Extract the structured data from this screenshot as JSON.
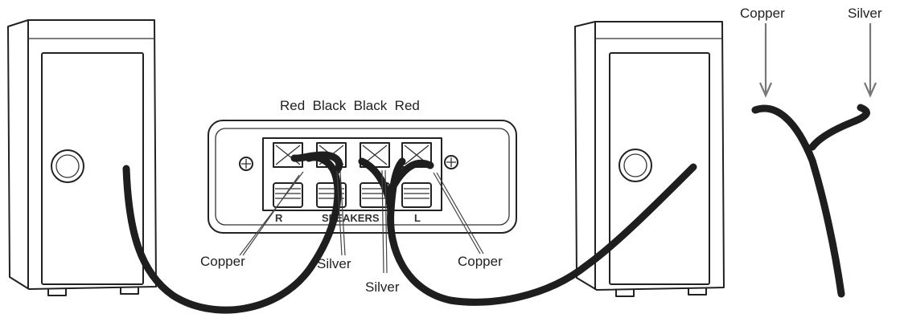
{
  "terminal_labels": {
    "header": "Red  Black  Black  Red"
  },
  "panel": {
    "channel_r": "R",
    "speakers": "SPEAKERS",
    "channel_l": "L"
  },
  "callouts": {
    "copper_left": "Copper",
    "silver_left": "Silver",
    "silver_center": "Silver",
    "copper_right": "Copper"
  },
  "wire_detail": {
    "copper": "Copper",
    "silver": "Silver"
  },
  "colors": {
    "ink": "#222222",
    "cable": "#1e1e1e",
    "detail_arrow": "#777777"
  }
}
